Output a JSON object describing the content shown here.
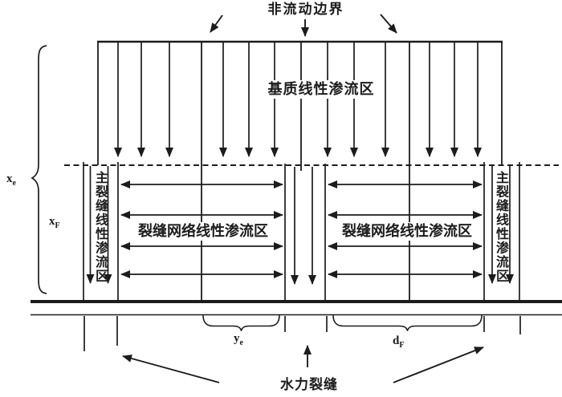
{
  "diagram": {
    "type": "flow-region-schematic",
    "no_flow_boundary": "非流动边界",
    "matrix_linear_flow_region": "基质线性渗流区",
    "fracture_network_region_left": "裂缝网络线性渗流区",
    "fracture_network_region_right": "裂缝网络线性渗流区",
    "main_fracture_region_left": "主裂缝线性渗流区",
    "main_fracture_region_right": "主裂缝线性渗流区",
    "hydraulic_fracture": "水力裂缝",
    "labels": {
      "xe": {
        "base": "x",
        "sub": "e"
      },
      "xF": {
        "base": "x",
        "sub": "F"
      },
      "ye": {
        "base": "y",
        "sub": "e"
      },
      "dF": {
        "base": "d",
        "sub": "F"
      }
    },
    "colors": {
      "ink": "#1c1c1c",
      "background": "#ffffff"
    }
  }
}
